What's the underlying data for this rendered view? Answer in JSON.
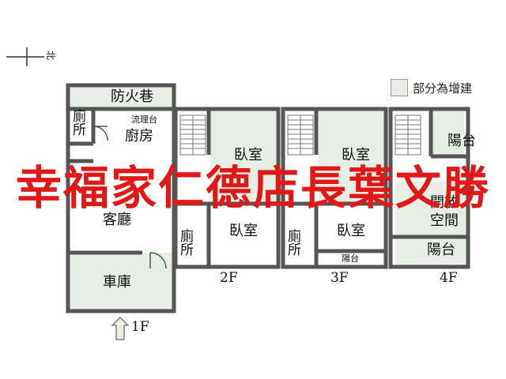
{
  "legend": {
    "label": "部分為增建",
    "swatch_color": "#e7efe4"
  },
  "north_label": "北",
  "watermark": "幸福家仁德店長葉文勝",
  "floors": {
    "f1": {
      "floor_label": "1F",
      "rooms": {
        "fire_lane": "防火巷",
        "toilet": "廁所",
        "counter": "流理台",
        "kitchen": "廚房",
        "living": "客廳",
        "garage": "車庫"
      }
    },
    "f2": {
      "floor_label": "2F",
      "rooms": {
        "bedroom_a": "臥室",
        "bedroom_b": "臥室",
        "toilet": "廁所"
      }
    },
    "f3": {
      "floor_label": "3F",
      "rooms": {
        "bedroom_a": "臥室",
        "bedroom_b": "臥室",
        "toilet": "廁所",
        "balcony": "陽台"
      }
    },
    "f4": {
      "floor_label": "4F",
      "rooms": {
        "balcony_top": "陽台",
        "open_space": "開放空間",
        "balcony_bottom": "陽台"
      }
    }
  }
}
